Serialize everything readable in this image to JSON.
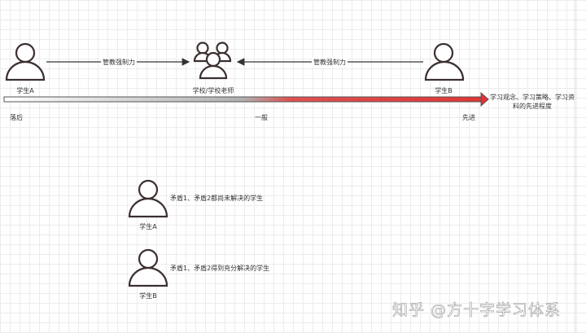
{
  "top": {
    "student_a": "学生A",
    "school": "学校/学校老师",
    "student_b": "学生B",
    "arrow_left_label": "管教强制力",
    "arrow_right_label": "管教强制力"
  },
  "scale": {
    "low": "落后",
    "mid": "一般",
    "high": "先进",
    "axis_label": "学习观念、学习策略、学习资料的先进程度",
    "colors": {
      "start": "#ffffff",
      "middle": "#999999",
      "end": "#e03535"
    }
  },
  "legend": [
    {
      "name": "学生A",
      "desc": "矛盾1、矛盾2都尚未解决的学生"
    },
    {
      "name": "学生B",
      "desc": "矛盾1、矛盾2得到充分解决的学生"
    }
  ],
  "watermark": "知乎 @方十字学习体系"
}
